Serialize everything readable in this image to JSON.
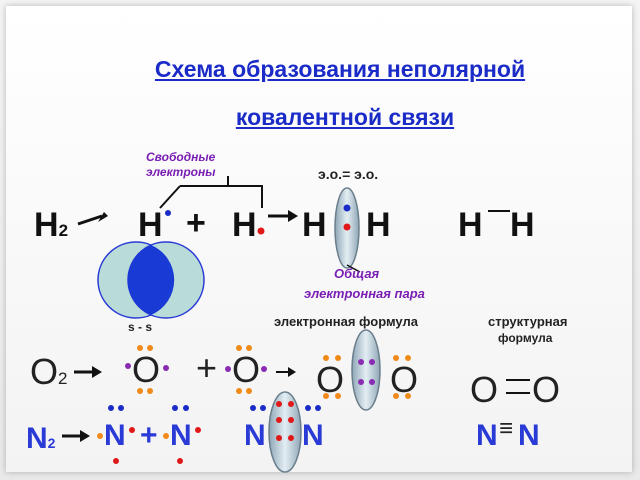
{
  "title": {
    "line1": "Схема образования неполярной",
    "line2": "ковалентной связи"
  },
  "labels": {
    "free_electrons_1": "Свободные",
    "free_electrons_2": "электроны",
    "eo_equal": "э.о.= э.о.",
    "shared_pair_1": "Общая",
    "shared_pair_2": "электронная пара",
    "s_s": "s - s",
    "electron_formula": "электронная формула",
    "structural_1": "структурная",
    "structural_2": "формула"
  },
  "row_h": {
    "molecule": "H",
    "subscript": "2",
    "atom_left": "H",
    "plus": "+",
    "atom_right": "H",
    "pair_left": "H",
    "pair_right": "H",
    "struct_left": "H",
    "struct_right": "H"
  },
  "row_o": {
    "molecule": "O",
    "subscript": "2",
    "atom_left": "O",
    "plus": "+",
    "atom_right": "O",
    "pair_left": "O",
    "pair_right": "O",
    "struct_left": "O",
    "struct_right": "O"
  },
  "row_n": {
    "molecule": "N",
    "subscript": "2",
    "atom_left": "N",
    "plus": "+",
    "atom_right": "N",
    "pair_left": "N",
    "pair_right": "N",
    "struct_left": "N",
    "triple_bond": "≡",
    "struct_right": "N"
  },
  "colors": {
    "title": "#1a2bc8",
    "purple_label": "#7a1fb3",
    "electron_red": "#e01818",
    "electron_blue": "#1a2bc8",
    "electron_orange": "#f08a1a",
    "electron_purple": "#8a2bb3",
    "orbital_fill": "#b9dcd8",
    "nitrogen": "#2a3ad6"
  }
}
